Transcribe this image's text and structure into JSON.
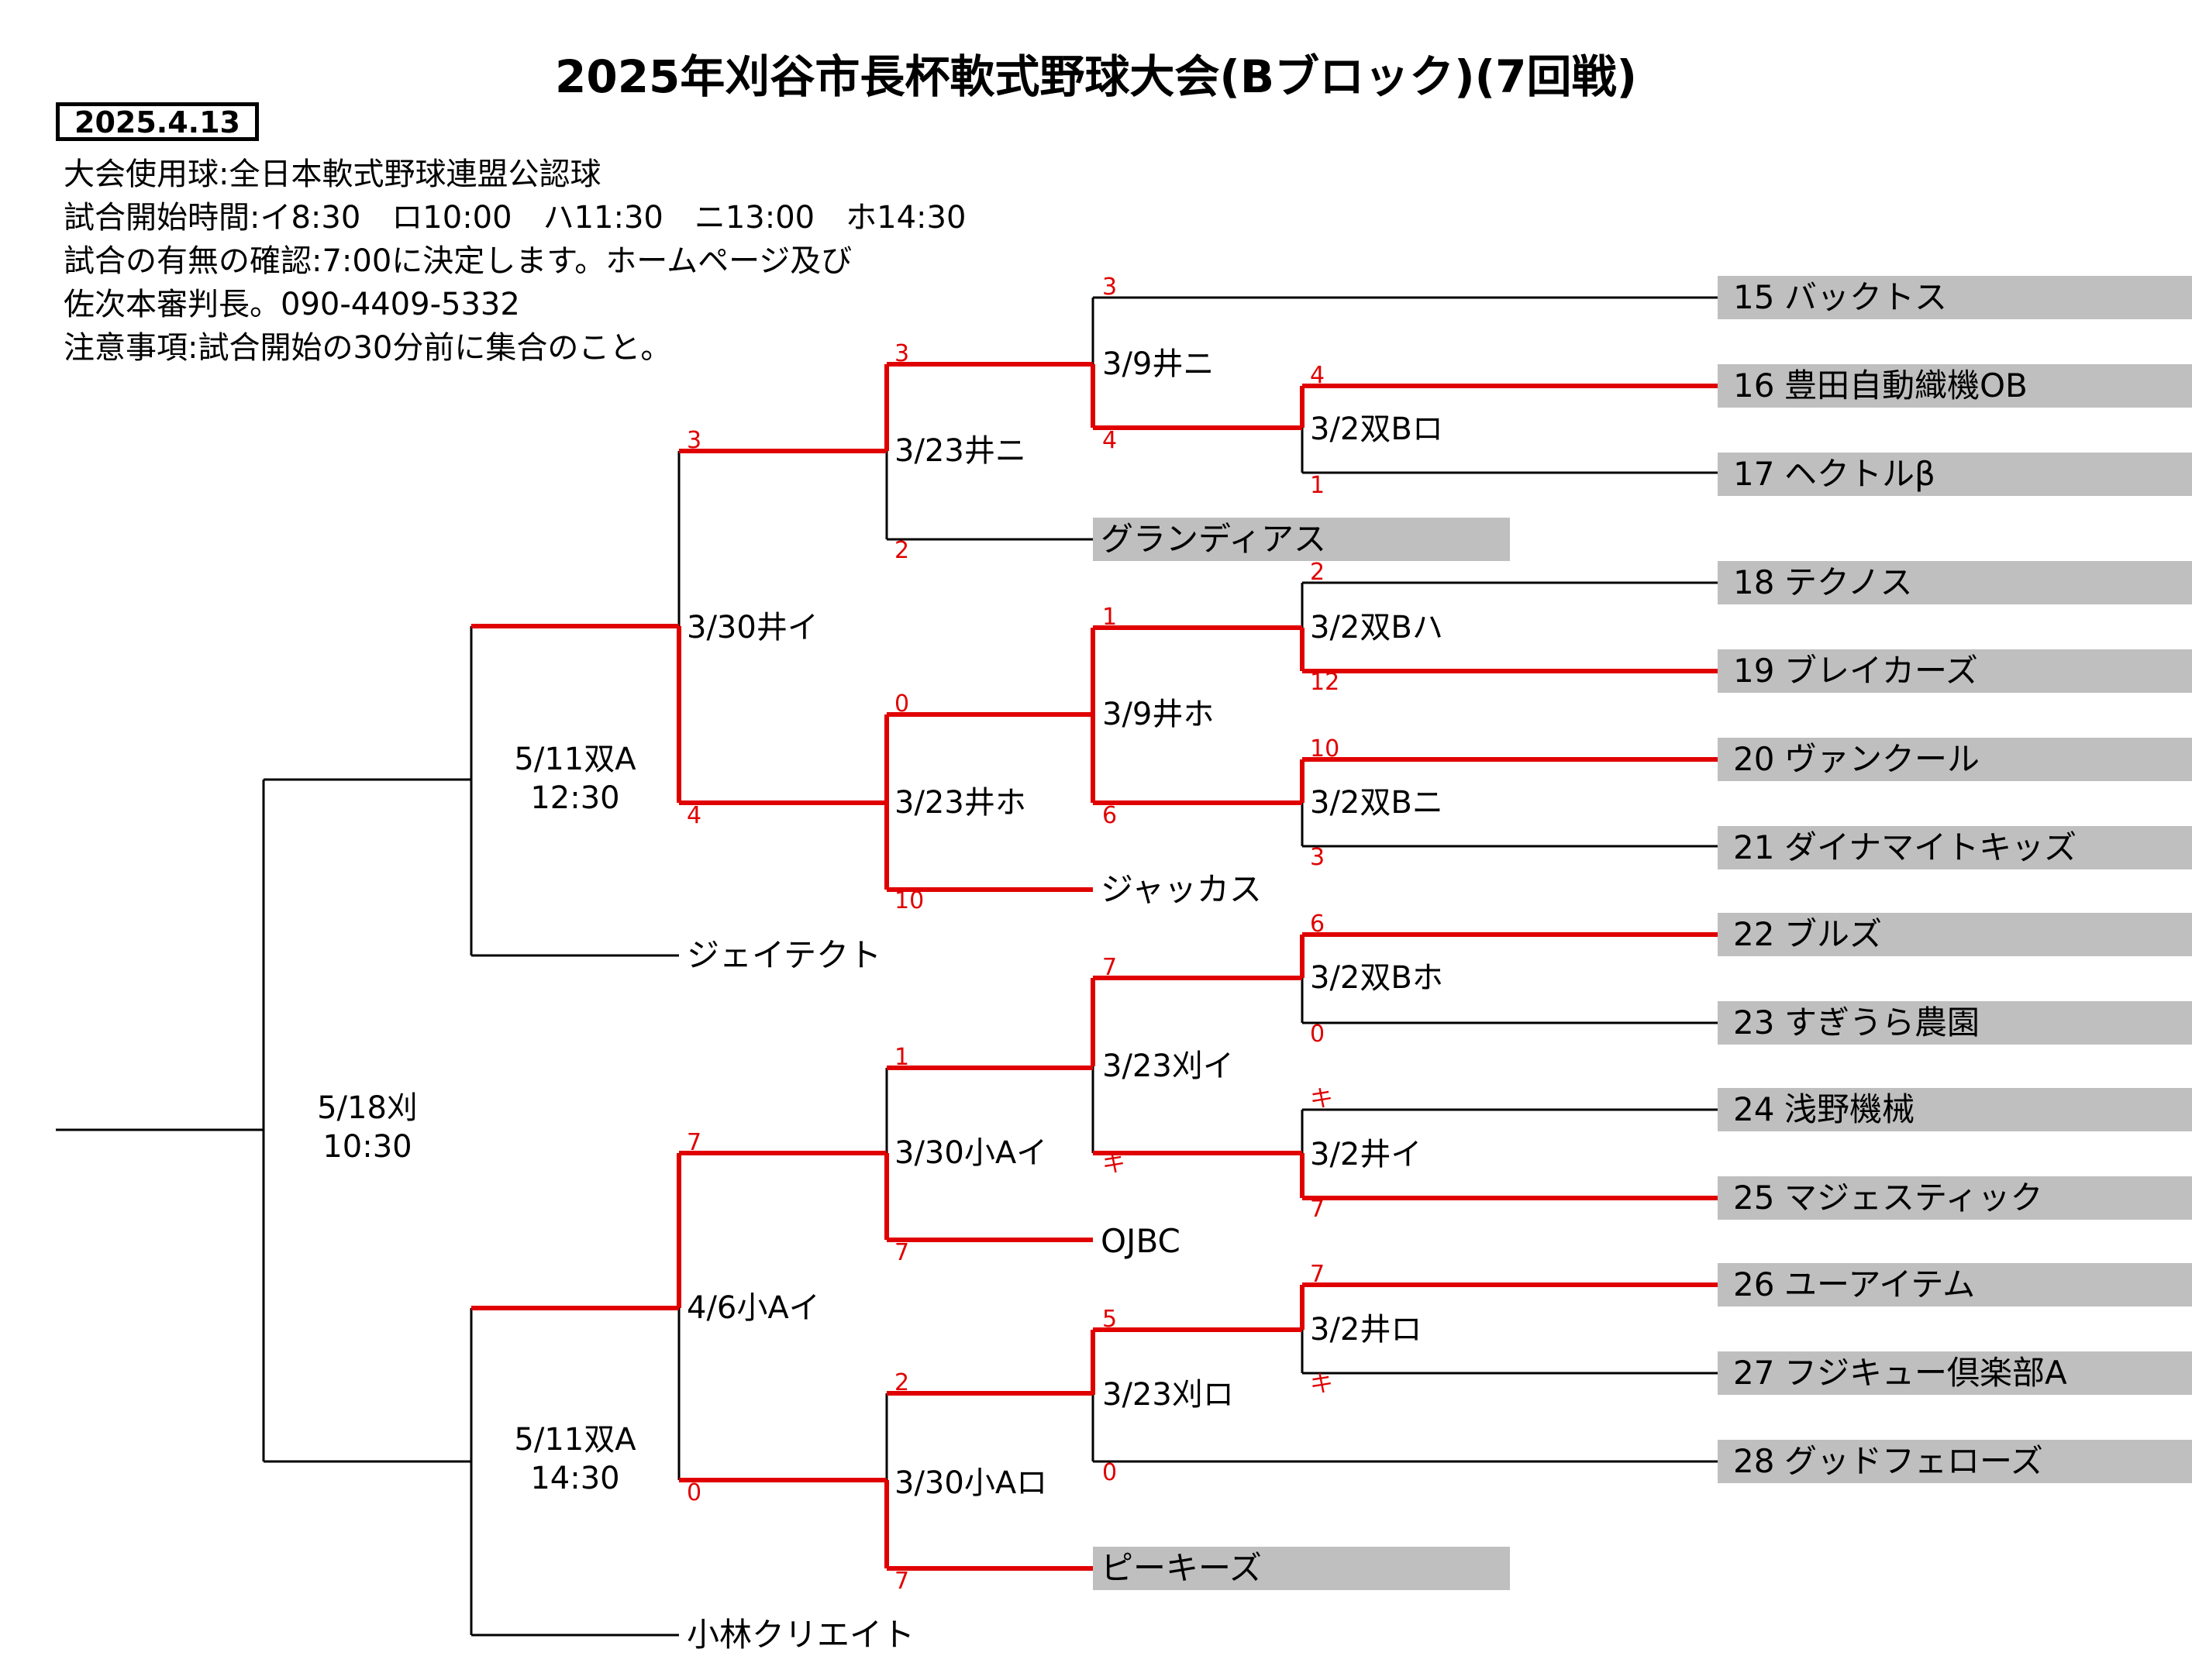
{
  "title": "2025年刈谷市長杯軟式野球大会(Bブロック)(7回戦)",
  "date": "2025.4.13",
  "info_lines": [
    "大会使用球:全日本軟式野球連盟公認球",
    "試合開始時間:イ8:30　ロ10:00　ハ11:30　ニ13:00　ホ14:30",
    "試合の有無の確認:7:00に決定します。ホームページ及び",
    "佐次本審判長。090-4409-5332",
    "注意事項:試合開始の30分前に集合のこと。"
  ],
  "teams_right": [
    {
      "num": "15",
      "name": "バックトス"
    },
    {
      "num": "16",
      "name": "豊田自動織機OB"
    },
    {
      "num": "17",
      "name": "ヘクトルβ"
    },
    {
      "num": "18",
      "name": "テクノス"
    },
    {
      "num": "19",
      "name": "ブレイカーズ"
    },
    {
      "num": "20",
      "name": "ヴァンクール"
    },
    {
      "num": "21",
      "name": "ダイナマイトキッズ"
    },
    {
      "num": "22",
      "name": "ブルズ"
    },
    {
      "num": "23",
      "name": "すぎうら農園"
    },
    {
      "num": "24",
      "name": "浅野機械"
    },
    {
      "num": "25",
      "name": "マジェスティック"
    },
    {
      "num": "26",
      "name": "ユーアイテム"
    },
    {
      "num": "27",
      "name": "フジキュー倶楽部A"
    },
    {
      "num": "28",
      "name": "グッドフェローズ"
    }
  ],
  "seeded_teams": {
    "grandias": "グランディアス",
    "jackcus": "ジャッカス",
    "jtekt": "ジェイテクト",
    "ojbc": "OJBC",
    "peakies": "ピーキーズ",
    "kobayashi": "小林クリエイト"
  },
  "matches": {
    "r1_b_ro": "3/2双Bロ",
    "r1_b_ha": "3/2双Bハ",
    "r1_b_ni": "3/2双Bニ",
    "r1_b_ho": "3/2双Bホ",
    "r1_i_i": "3/2井イ",
    "r1_i_ro": "3/2井ロ",
    "r2_i_ni": "3/9井ニ",
    "r2_i_ho": "3/9井ホ",
    "r2_k_i": "3/23刈イ",
    "r2_k_ro": "3/23刈ロ",
    "r3_i_ni": "3/23井ニ",
    "r3_i_ho": "3/23井ホ",
    "r3_k_ai": "3/30小Aイ",
    "r3_k_aro": "3/30小Aロ",
    "r4_i_i": "3/30井イ",
    "r4_k_ai": "4/6小Aイ",
    "r5_top_date": "5/11双A",
    "r5_top_time": "12:30",
    "r5_bot_date": "5/11双A",
    "r5_bot_time": "14:30",
    "final_date": "5/18刈",
    "final_time": "10:30"
  },
  "scores": {
    "s_3_top": "3",
    "s_4_top": "4",
    "s_16": "4",
    "s_17": "1",
    "s_3_23top": "3",
    "s_2_grand": "2",
    "s_3_30": "3",
    "s_4_30": "4",
    "s_18": "2",
    "s_19": "12",
    "s_1_9ho": "1",
    "s_6_9ho": "6",
    "s_20": "10",
    "s_21": "3",
    "s_0_23ho": "0",
    "s_10_jack": "10",
    "s_22": "6",
    "s_23": "0",
    "s_7_23ki": "7",
    "s_ki_23ki": "キ",
    "s_24": "キ",
    "s_25": "7",
    "s_1_30ai": "1",
    "s_7_ojbc": "7",
    "s_7_46": "7",
    "s_0_46": "0",
    "s_26": "7",
    "s_27": "キ",
    "s_5_23ro": "5",
    "s_0_28": "0",
    "s_2_30aro": "2",
    "s_7_peak": "7"
  },
  "colors": {
    "winner_line": "#e00000",
    "loser_line": "#000000",
    "team_bg": "#bfbfbf"
  }
}
